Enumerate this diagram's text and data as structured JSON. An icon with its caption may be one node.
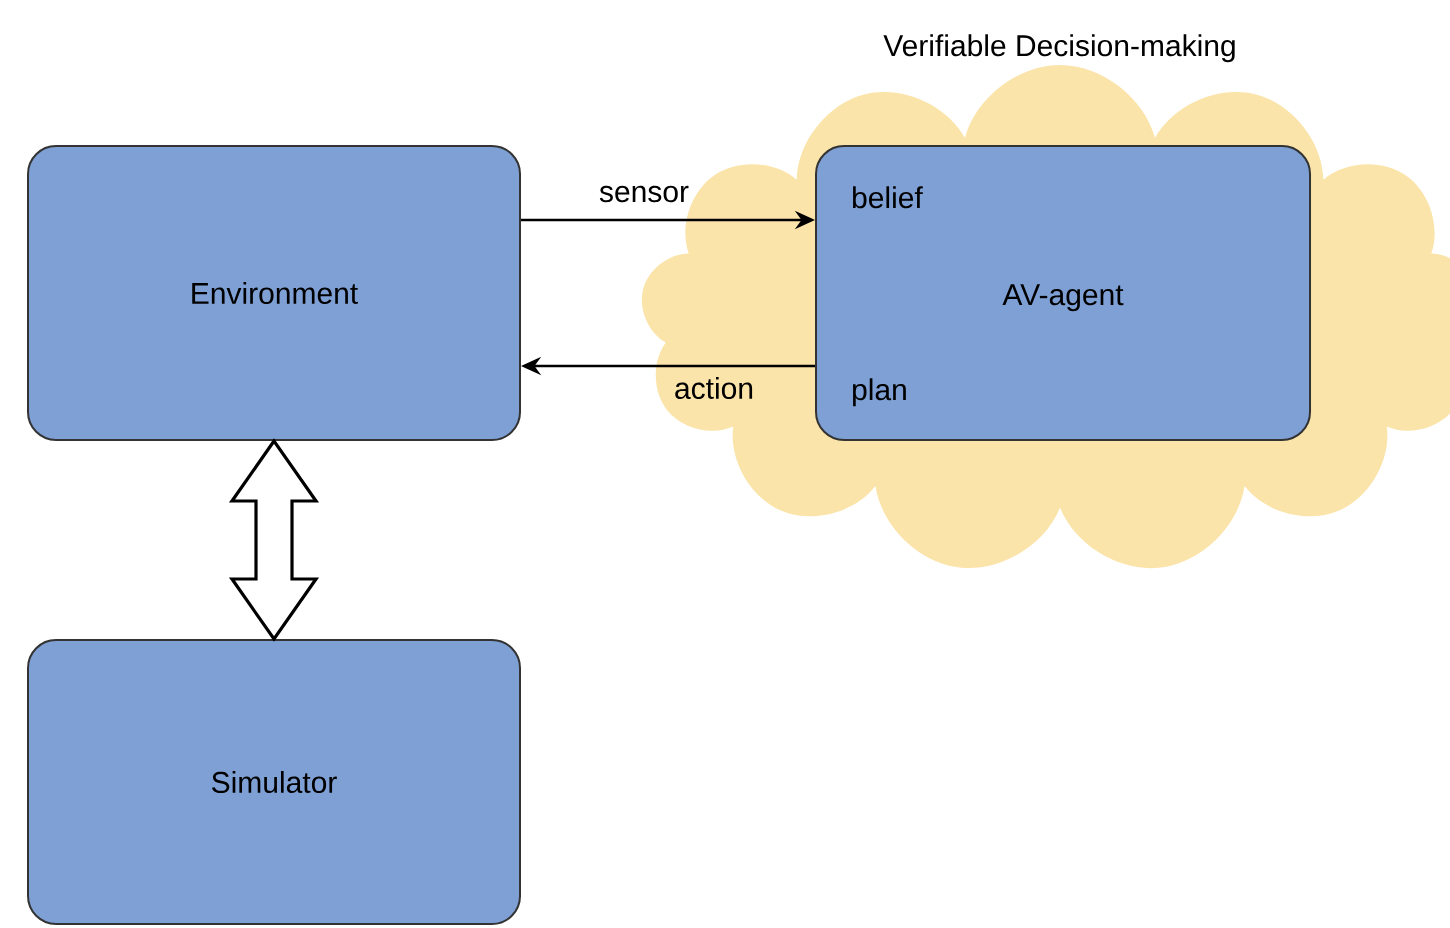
{
  "diagram": {
    "nodes": [
      {
        "text": [
          "Verifiable Decision-making"
        ]
      },
      {
        "text": [
          "Environment"
        ]
      },
      {
        "text": [
          "belief",
          "AV-agent",
          "plan"
        ],
        "in": 0
      },
      {
        "text": [
          "Simulator"
        ]
      }
    ],
    "edges": [
      {
        "from": 1,
        "to": 2,
        "arrow": "to",
        "label": "sensor"
      },
      {
        "from": 2,
        "to": 1,
        "arrow": "to",
        "label": "action"
      },
      {
        "from": 1,
        "to": 3,
        "arrow": "both",
        "style": "thick"
      }
    ]
  }
}
